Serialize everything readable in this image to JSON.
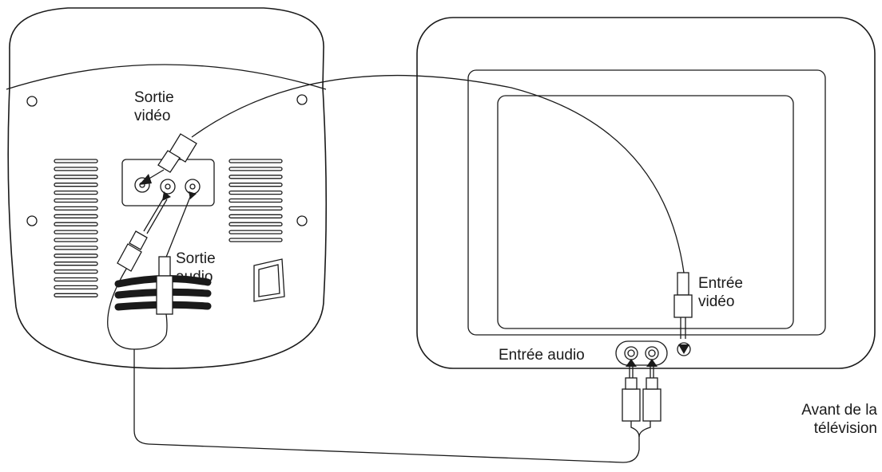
{
  "labels": {
    "sortie_video": [
      "Sortie",
      "vidéo"
    ],
    "sortie_audio": [
      "Sortie",
      "audio"
    ],
    "entree_video": [
      "Entrée",
      "vidéo"
    ],
    "entree_audio": "Entrée audio",
    "avant_tv": [
      "Avant de la",
      "télévision"
    ]
  }
}
